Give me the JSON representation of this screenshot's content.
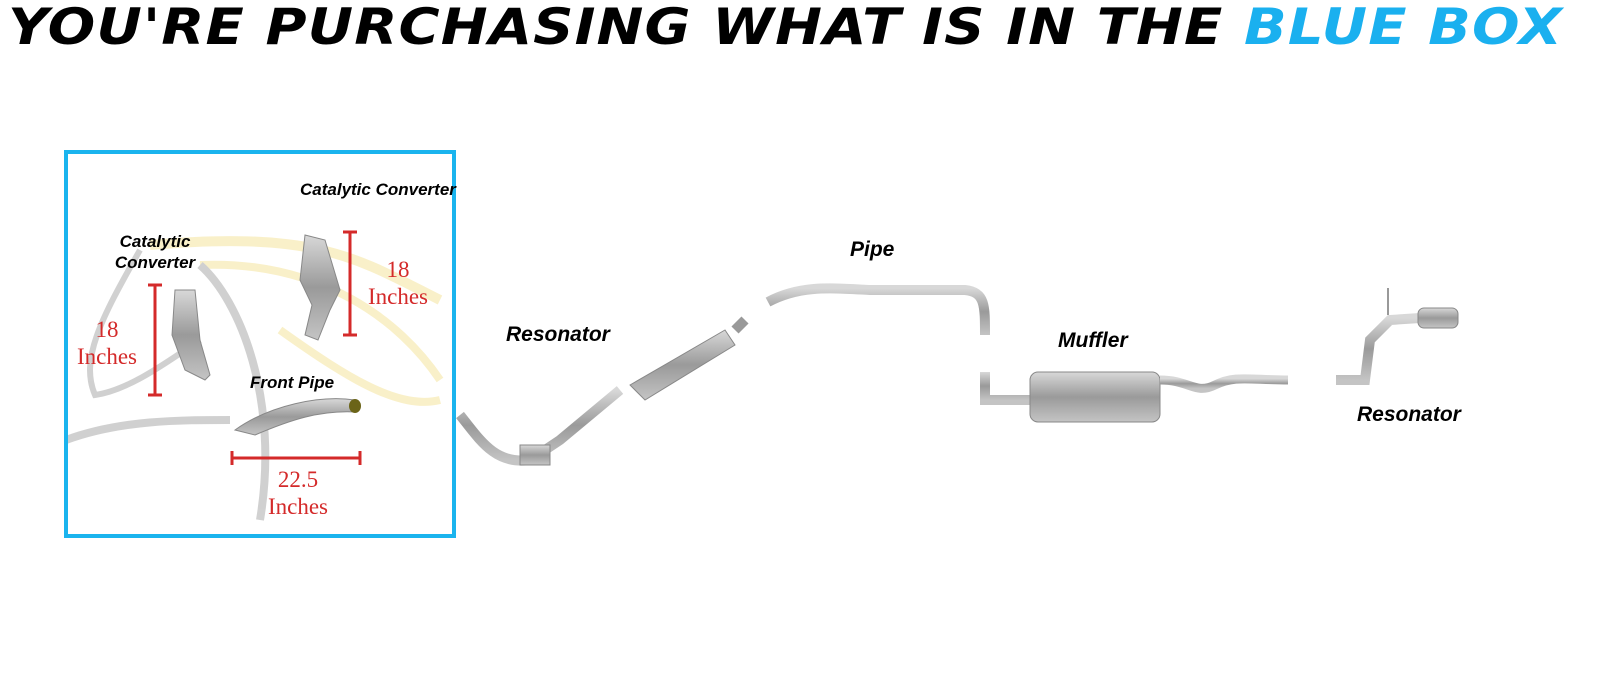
{
  "headline": {
    "main": "YOU'RE PURCHASING WHAT IS IN THE",
    "highlight": "BLUE BOX"
  },
  "colors": {
    "accent": "#1ab4ee",
    "measure": "#d42a2a"
  },
  "box": {
    "cat1": {
      "label": "Catalytic Converter",
      "size": "18",
      "unit": "Inches"
    },
    "cat2": {
      "label": "Catalytic Converter",
      "size": "18",
      "unit": "Inches"
    },
    "front_pipe": {
      "label": "Front Pipe",
      "size": "22.5",
      "unit": "Inches"
    }
  },
  "parts": {
    "resonator1": "Resonator",
    "pipe": "Pipe",
    "muffler": "Muffler",
    "resonator2": "Resonator"
  }
}
